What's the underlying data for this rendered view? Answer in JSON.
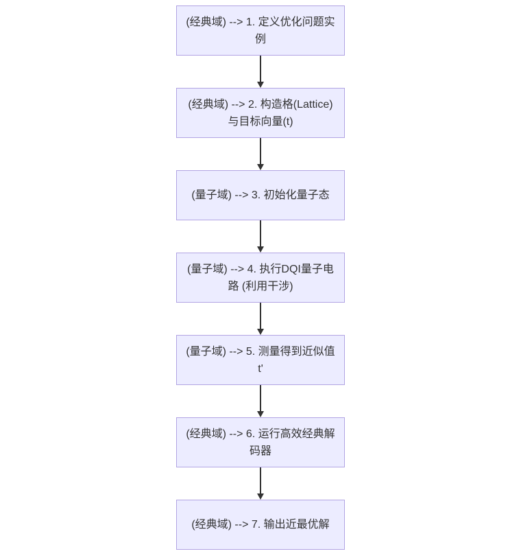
{
  "diagram": {
    "type": "flowchart",
    "direction": "top-down",
    "nodes": [
      {
        "id": "step1",
        "domain": "经典域",
        "label": "(经典域) --> 1. 定义优化问题实例"
      },
      {
        "id": "step2",
        "domain": "经典域",
        "label": "(经典域) --> 2. 构造格(Lattice)与目标向量(t)"
      },
      {
        "id": "step3",
        "domain": "量子域",
        "label": "(量子域) --> 3. 初始化量子态"
      },
      {
        "id": "step4",
        "domain": "量子域",
        "label": "(量子域) --> 4. 执行DQI量子电路 (利用干涉)"
      },
      {
        "id": "step5",
        "domain": "量子域",
        "label": "(量子域) --> 5. 测量得到近似值 t'"
      },
      {
        "id": "step6",
        "domain": "经典域",
        "label": "(经典域) --> 6. 运行高效经典解码器"
      },
      {
        "id": "step7",
        "domain": "经典域",
        "label": "(经典域) --> 7. 输出近最优解"
      }
    ],
    "edges": [
      {
        "from": "step1",
        "to": "step2"
      },
      {
        "from": "step2",
        "to": "step3"
      },
      {
        "from": "step3",
        "to": "step4"
      },
      {
        "from": "step4",
        "to": "step5"
      },
      {
        "from": "step5",
        "to": "step6"
      },
      {
        "from": "step6",
        "to": "step7"
      }
    ],
    "colors": {
      "background": "#FFFFFF",
      "node_fill": "#ECECFF",
      "node_border": "#B1A3E3",
      "arrow": "#333333",
      "text": "#333333"
    }
  }
}
